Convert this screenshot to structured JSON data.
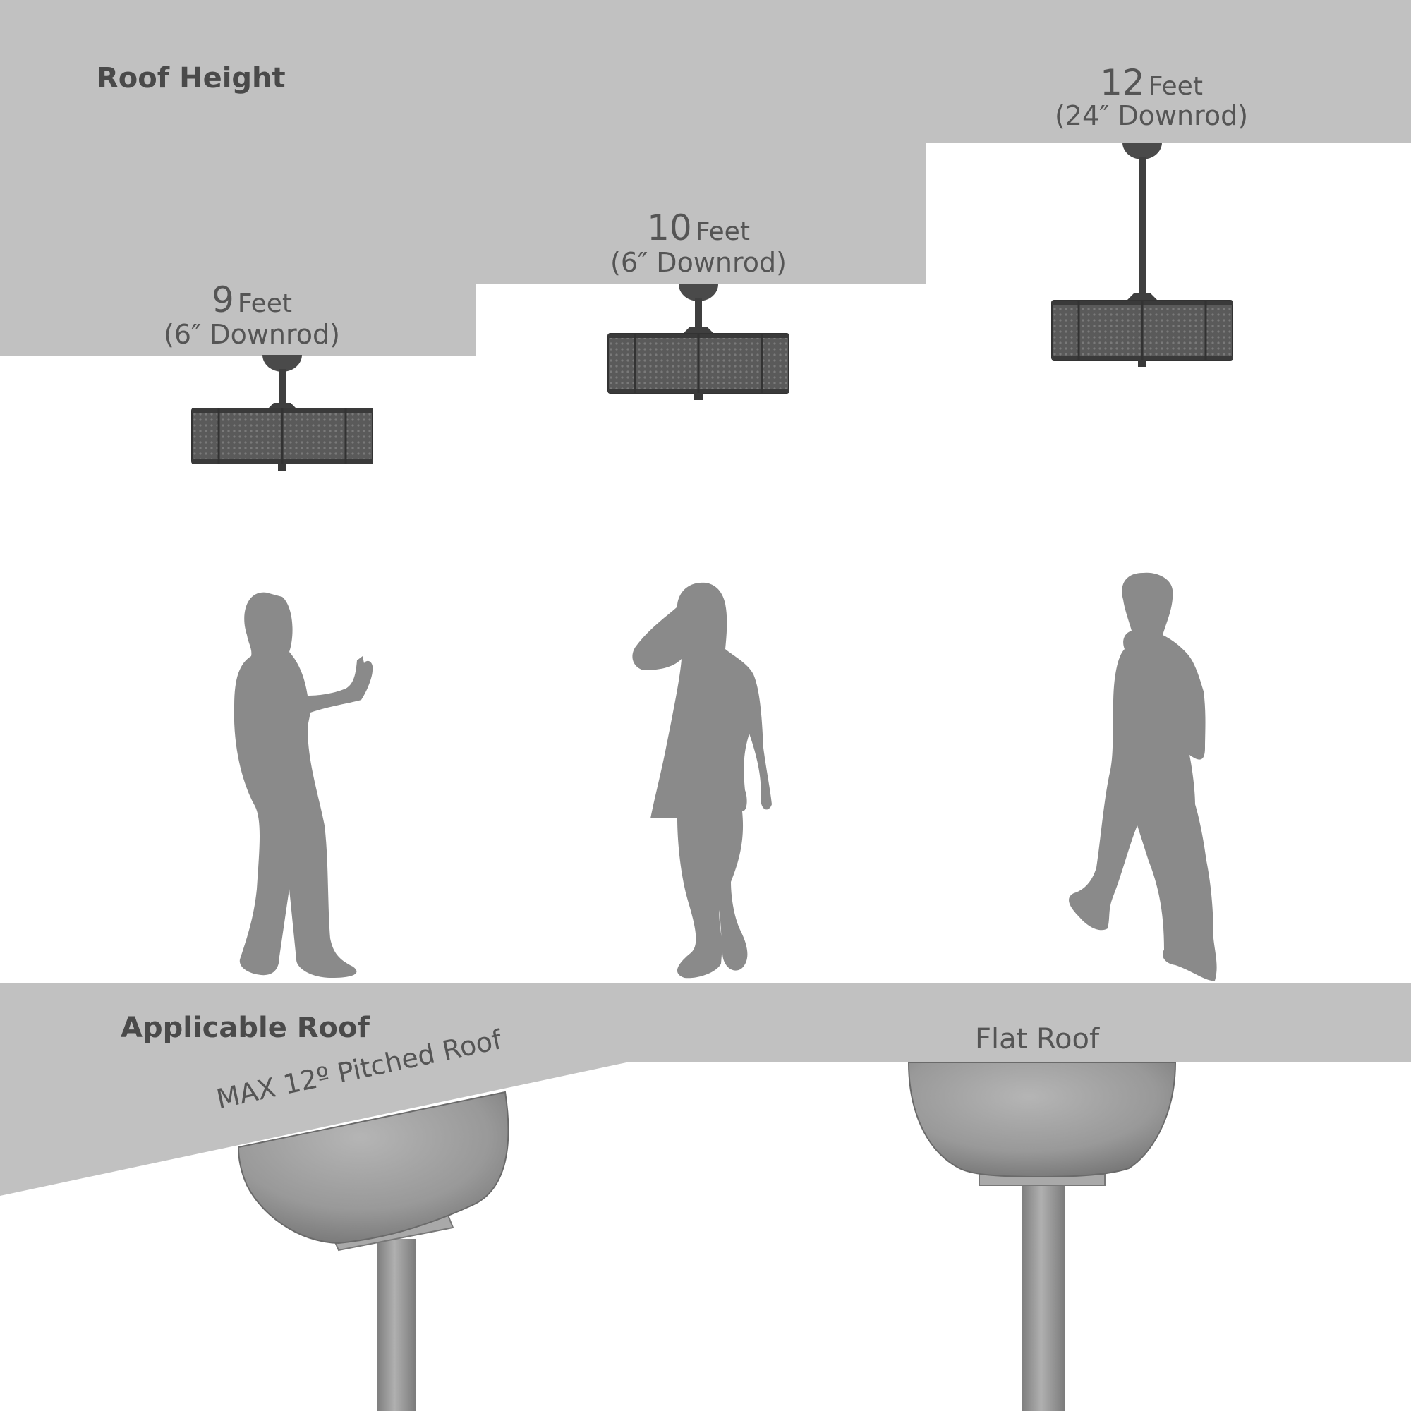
{
  "labels": {
    "roof_height": "Roof Height",
    "applicable_roof": "Applicable Roof",
    "pitched_roof": "MAX 12º Pitched Roof",
    "flat_roof": "Flat Roof"
  },
  "heights": [
    {
      "number": "9",
      "unit": "Feet",
      "downrod": "(6″ Downrod)"
    },
    {
      "number": "10",
      "unit": "Feet",
      "downrod": "(6″ Downrod)"
    },
    {
      "number": "12",
      "unit": "Feet",
      "downrod": "(24″ Downrod)"
    }
  ],
  "colors": {
    "ceiling": "#c1c1c1",
    "silhouette": "#8a8a8a",
    "fan": "#4d4d4d",
    "text": "#555555"
  },
  "icons": [
    "ceiling-fan-icon",
    "person-silhouette-icon",
    "canopy-mount-icon"
  ]
}
